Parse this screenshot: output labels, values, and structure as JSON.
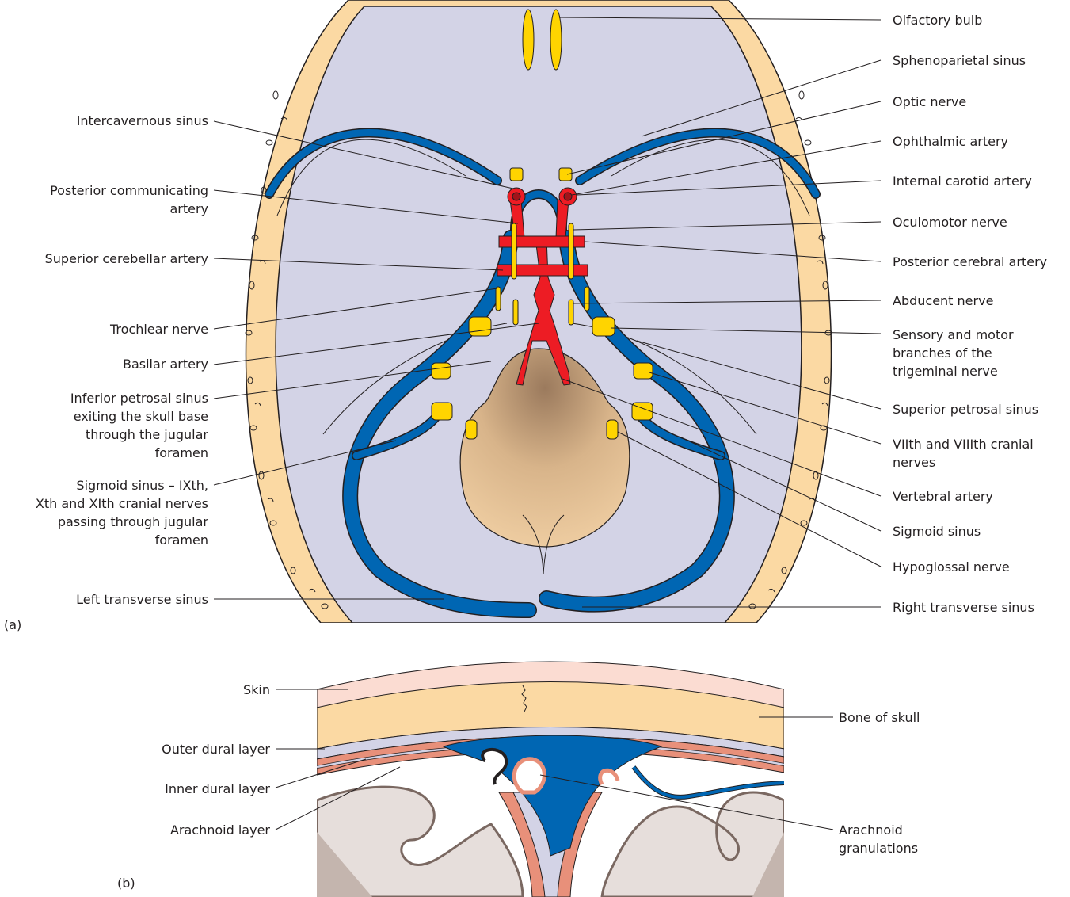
{
  "panels": {
    "a": {
      "tag": "(a)",
      "labels_left": [
        [
          "Intercavernous sinus"
        ],
        [
          "Posterior communicating",
          "artery"
        ],
        [
          "Superior cerebellar artery"
        ],
        [
          "Trochlear nerve"
        ],
        [
          "Basilar artery"
        ],
        [
          "Inferior petrosal sinus",
          "exiting the skull base",
          "through the jugular",
          "foramen"
        ],
        [
          "Sigmoid sinus – IXth,",
          "Xth and XIth cranial nerves",
          "passing through jugular",
          "foramen"
        ],
        [
          "Left transverse sinus"
        ]
      ],
      "labels_right": [
        [
          "Olfactory bulb"
        ],
        [
          "Sphenoparietal sinus"
        ],
        [
          "Optic nerve"
        ],
        [
          "Ophthalmic artery"
        ],
        [
          "Internal carotid artery"
        ],
        [
          "Oculomotor nerve"
        ],
        [
          "Posterior cerebral artery"
        ],
        [
          "Abducent nerve"
        ],
        [
          "Sensory and motor",
          "branches of the",
          "trigeminal nerve"
        ],
        [
          "Superior petrosal sinus"
        ],
        [
          "VIIth and VIIIth cranial",
          "nerves"
        ],
        [
          "Vertebral artery"
        ],
        [
          "Sigmoid sinus"
        ],
        [
          "Hypoglossal nerve"
        ],
        [
          "Right transverse sinus"
        ]
      ]
    },
    "b": {
      "tag": "(b)",
      "labels_left": [
        [
          "Skin"
        ],
        [
          "Outer dural layer"
        ],
        [
          "Inner dural layer"
        ],
        [
          "Arachnoid layer"
        ]
      ],
      "labels_right": [
        [
          "Bone of skull"
        ],
        [
          "Arachnoid",
          "granulations"
        ]
      ]
    }
  },
  "colors": {
    "dura": "#d3d3e6",
    "bone": "#fbd9a3",
    "venous_sinus": "#0066b3",
    "artery": "#ed1c24",
    "nerve": "#ffd400",
    "skin": "#fbdcd2",
    "arachnoid": "#e8907a",
    "brain": "#e6dedb",
    "brain_dark": "#c4b5ae",
    "brainstem": "#e3c199"
  }
}
